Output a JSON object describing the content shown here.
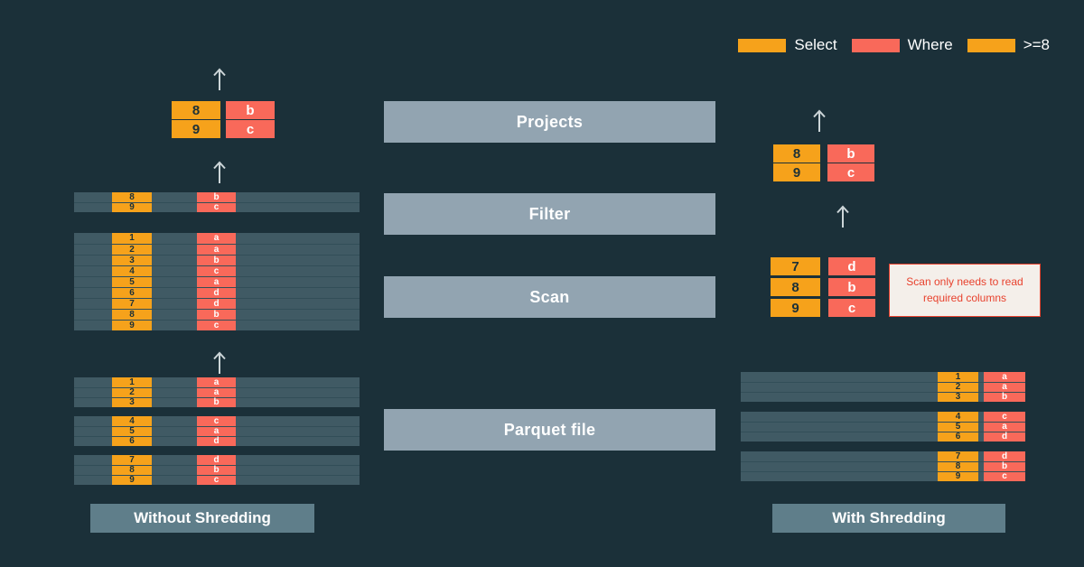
{
  "colors": {
    "background": "#1B3039",
    "select": "#F6A21B",
    "where": "#F9695A",
    "stage": "#92A4B1",
    "panel_label": "#5F7E8A",
    "row_bar": "#405A64",
    "row_divider": "#324E58",
    "note_bg": "#F4EFEA",
    "note_accent": "#E8422E",
    "arrow": "#CCD5D8",
    "num_text": "#1D3138"
  },
  "legend": {
    "items": [
      {
        "label": "Select",
        "color": "#F6A21B"
      },
      {
        "label": "Where",
        "color": "#F9695A"
      },
      {
        "label": ">=8",
        "color": "#F6A21B"
      }
    ]
  },
  "stages": [
    {
      "label": "Projects"
    },
    {
      "label": "Filter"
    },
    {
      "label": "Scan"
    },
    {
      "label": "Parquet file"
    }
  ],
  "left": {
    "title": "Without Shredding",
    "result_rows": [
      {
        "num": "8",
        "letter": "b"
      },
      {
        "num": "9",
        "letter": "c"
      }
    ],
    "filter_rows": [
      {
        "num": "8",
        "letter": "b"
      },
      {
        "num": "9",
        "letter": "c"
      }
    ],
    "scan_rows": [
      {
        "num": "1",
        "letter": "a"
      },
      {
        "num": "2",
        "letter": "a"
      },
      {
        "num": "3",
        "letter": "b"
      },
      {
        "num": "4",
        "letter": "c"
      },
      {
        "num": "5",
        "letter": "a"
      },
      {
        "num": "6",
        "letter": "d"
      },
      {
        "num": "7",
        "letter": "d"
      },
      {
        "num": "8",
        "letter": "b"
      },
      {
        "num": "9",
        "letter": "c"
      }
    ],
    "parquet_groups": [
      [
        {
          "num": "1",
          "letter": "a"
        },
        {
          "num": "2",
          "letter": "a"
        },
        {
          "num": "3",
          "letter": "b"
        }
      ],
      [
        {
          "num": "4",
          "letter": "c"
        },
        {
          "num": "5",
          "letter": "a"
        },
        {
          "num": "6",
          "letter": "d"
        }
      ],
      [
        {
          "num": "7",
          "letter": "d"
        },
        {
          "num": "8",
          "letter": "b"
        },
        {
          "num": "9",
          "letter": "c"
        }
      ]
    ]
  },
  "right": {
    "title": "With Shredding",
    "result_rows": [
      {
        "num": "8",
        "letter": "b"
      },
      {
        "num": "9",
        "letter": "c"
      }
    ],
    "scan_rows": [
      {
        "num": "7",
        "letter": "d"
      },
      {
        "num": "8",
        "letter": "b"
      },
      {
        "num": "9",
        "letter": "c"
      }
    ],
    "note": "Scan only needs to read required columns",
    "parquet_groups": [
      [
        {
          "num": "1",
          "letter": "a"
        },
        {
          "num": "2",
          "letter": "a"
        },
        {
          "num": "3",
          "letter": "b"
        }
      ],
      [
        {
          "num": "4",
          "letter": "c"
        },
        {
          "num": "5",
          "letter": "a"
        },
        {
          "num": "6",
          "letter": "d"
        }
      ],
      [
        {
          "num": "7",
          "letter": "d"
        },
        {
          "num": "8",
          "letter": "b"
        },
        {
          "num": "9",
          "letter": "c"
        }
      ]
    ]
  }
}
